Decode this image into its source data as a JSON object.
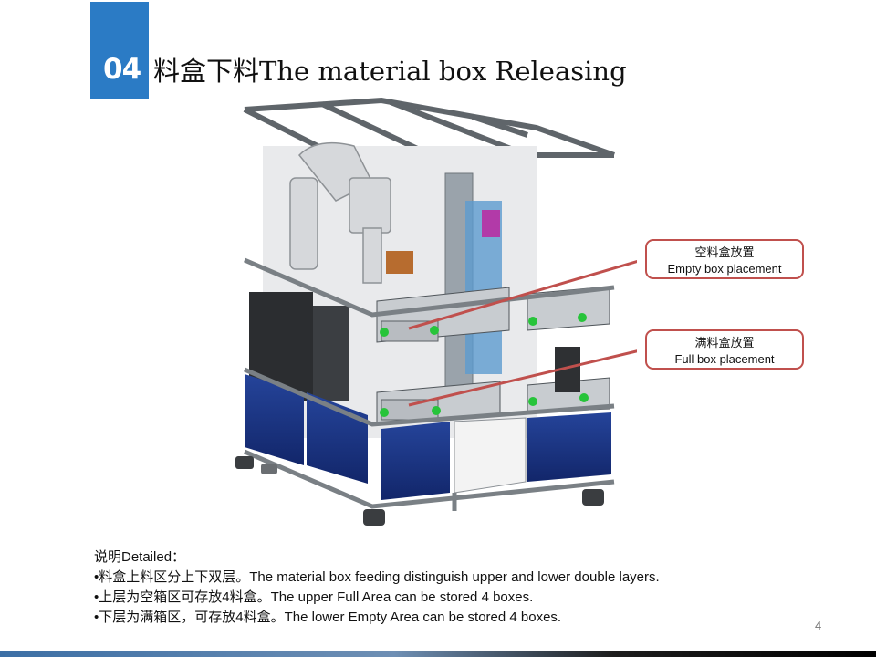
{
  "slide": {
    "number_badge": "04",
    "title": "料盒下料The material box Releasing",
    "page_number": "4"
  },
  "callouts": {
    "empty": {
      "cn": "空料盒放置",
      "en": "Empty box placement"
    },
    "full": {
      "cn": "满料盒放置",
      "en": "Full box placement"
    }
  },
  "description": {
    "heading": "说明Detailed：",
    "lines": [
      "•料盒上料区分上下双层。The material box feeding distinguish upper and lower double layers.",
      "•上层为空箱区可存放4料盒。The upper Full Area can be stored 4 boxes.",
      "•下层为满箱区，可存放4料盒。The lower Empty Area can be stored 4 boxes."
    ]
  },
  "colors": {
    "accent_blue": "#2b7bc5",
    "callout_border": "#c0504d",
    "frame_gray": "#8c9196",
    "panel_blue": "#1f3a8a",
    "roller_green": "#27c43a"
  }
}
